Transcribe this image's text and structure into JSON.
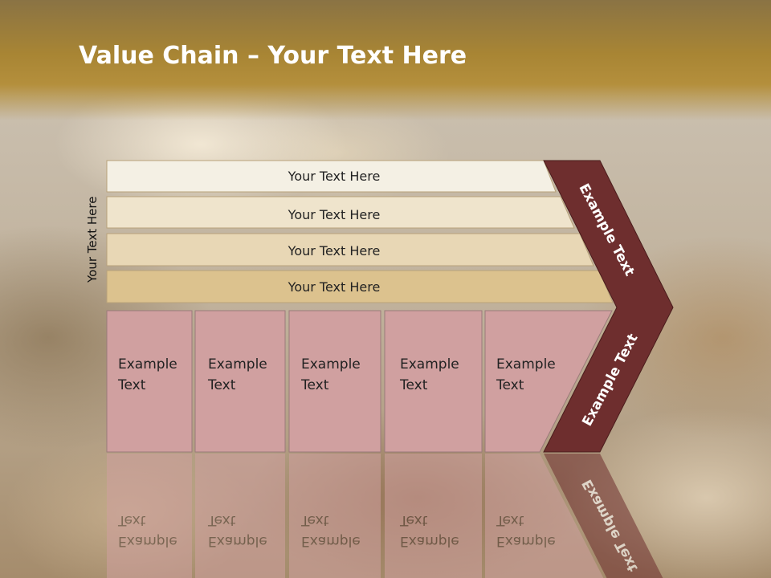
{
  "slide": {
    "title_bold": "Value Chain",
    "title_rest": " – Your Text Here",
    "side_label": "Your Text Here"
  },
  "bars": [
    {
      "label": "Your Text Here",
      "color": "#f4f0e4"
    },
    {
      "label": "Your Text Here",
      "color": "#efe4cc"
    },
    {
      "label": "Your Text Here",
      "color": "#e8d7b5"
    },
    {
      "label": "Your Text Here",
      "color": "#dcc28e"
    }
  ],
  "boxes": [
    {
      "line1": "Example",
      "line2": "Text"
    },
    {
      "line1": "Example",
      "line2": "Text"
    },
    {
      "line1": "Example",
      "line2": "Text"
    },
    {
      "line1": "Example",
      "line2": "Text"
    },
    {
      "line1": "Example",
      "line2": "Text"
    }
  ],
  "chevron": {
    "top_label": "Example Text",
    "bottom_label": "Example Text",
    "color": "#6e2e2e"
  },
  "colors": {
    "box_fill": "#d0a0a0",
    "header": "#a88534"
  }
}
